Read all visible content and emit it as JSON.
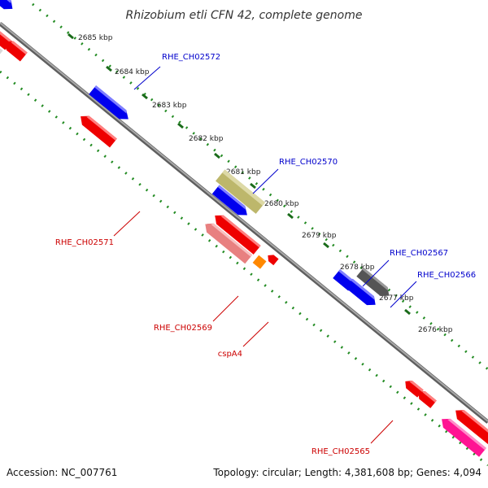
{
  "title": "Rhizobium etli CFN 42, complete genome",
  "footer": {
    "accession": "Accession: NC_007761",
    "topology": "Topology: circular; Length: 4,381,608 bp; Genes: 4,094"
  },
  "scale_labels": [
    "2685 kbp",
    "2684 kbp",
    "2683 kbp",
    "2682 kbp",
    "2681 kbp",
    "2680 kbp",
    "2679 kbp",
    "2678 kbp",
    "2677 kbp",
    "2676 kbp"
  ],
  "gene_labels": [
    {
      "text": "RHE_CH02572",
      "color": "#0000cc"
    },
    {
      "text": "RHE_CH02570",
      "color": "#0000cc"
    },
    {
      "text": "RHE_CH02567",
      "color": "#0000cc"
    },
    {
      "text": "RHE_CH02566",
      "color": "#0000cc"
    },
    {
      "text": "RHE_CH02571",
      "color": "#cc0000"
    },
    {
      "text": "RHE_CH02569",
      "color": "#cc0000"
    },
    {
      "text": "cspA4",
      "color": "#cc0000"
    },
    {
      "text": "RHE_CH02565",
      "color": "#cc0000"
    }
  ],
  "colors": {
    "backbone": "#808080",
    "scale_dots": "#228b22",
    "forward_strand": "#0000ee",
    "reverse_strand": "#ee0000",
    "misc": "#bdb76b"
  }
}
